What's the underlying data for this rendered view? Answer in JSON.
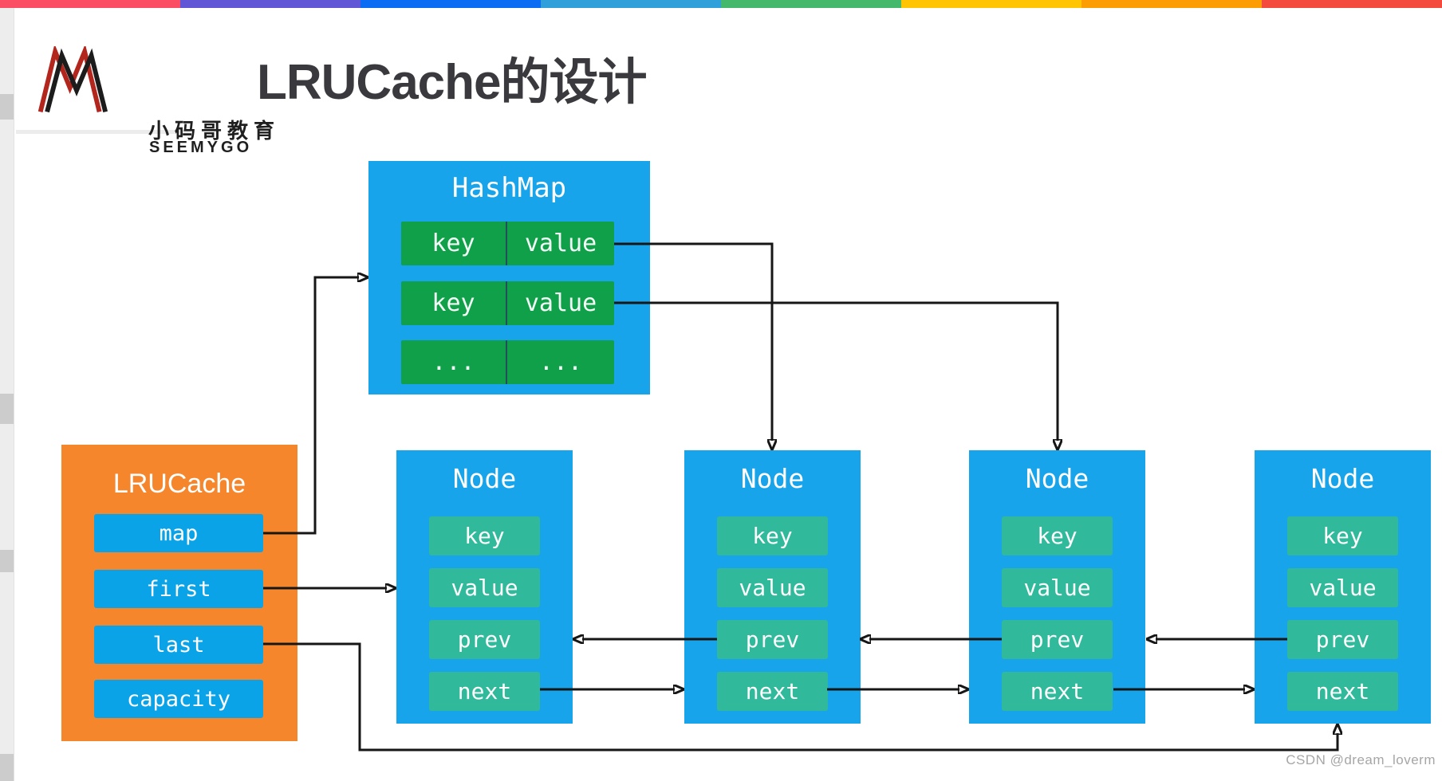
{
  "page": {
    "title": "LRUCache的设计",
    "watermark": "CSDN @dream_loverm"
  },
  "brand": {
    "name_cn": "小码哥教育",
    "name_en": "SEEMYGO"
  },
  "top_bar": {
    "colors": [
      "#FB4D64",
      "#6157D6",
      "#0A6CF2",
      "#2FA0DA",
      "#45B96B",
      "#FFC502",
      "#FC9D03",
      "#F44A3D"
    ]
  },
  "diagram": {
    "hashmap": {
      "title": "HashMap",
      "rows": [
        {
          "key": "key",
          "value": "value"
        },
        {
          "key": "key",
          "value": "value"
        },
        {
          "key": "...",
          "value": "..."
        }
      ]
    },
    "lrucache": {
      "title": "LRUCache",
      "fields": [
        "map",
        "first",
        "last",
        "capacity"
      ]
    },
    "nodes": [
      {
        "title": "Node",
        "fields": [
          "key",
          "value",
          "prev",
          "next"
        ]
      },
      {
        "title": "Node",
        "fields": [
          "key",
          "value",
          "prev",
          "next"
        ]
      },
      {
        "title": "Node",
        "fields": [
          "key",
          "value",
          "prev",
          "next"
        ]
      },
      {
        "title": "Node",
        "fields": [
          "key",
          "value",
          "prev",
          "next"
        ]
      }
    ],
    "colors": {
      "box_blue": "#18A4EA",
      "field_blue": "#0AA3E8",
      "hashmap_green": "#10A04A",
      "node_teal": "#30BA9B",
      "lru_orange": "#F6862C",
      "arrow": "#161616"
    }
  }
}
